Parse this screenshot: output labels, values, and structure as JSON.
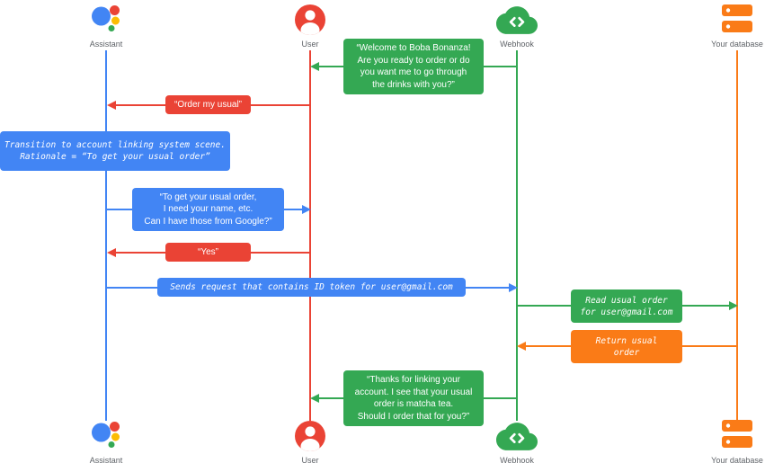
{
  "colors": {
    "blue": "#4285F4",
    "red": "#EA4335",
    "green": "#34A853",
    "orange": "#FA7B17",
    "yellow": "#FBBC04",
    "label_gray": "#5F6368"
  },
  "lanes": [
    {
      "id": "assistant",
      "label": "Assistant",
      "icon": "google-assistant-logo-icon",
      "color": "#4285F4"
    },
    {
      "id": "user",
      "label": "User",
      "icon": "person-circle-icon",
      "color": "#EA4335"
    },
    {
      "id": "webhook",
      "label": "Webhook",
      "icon": "cloud-code-icon",
      "color": "#34A853"
    },
    {
      "id": "database",
      "label": "Your database",
      "icon": "storage-icon",
      "color": "#FA7B17"
    }
  ],
  "messages": {
    "welcome": {
      "from": "webhook",
      "to": "user",
      "style": "speech",
      "lines": [
        "“Welcome to Boba Bonanza!",
        "Are you ready to order or do",
        "you want me to go through",
        "the drinks with you?”"
      ]
    },
    "order_my_usual": {
      "from": "user",
      "to": "assistant",
      "style": "speech",
      "text": "“Order my usual”"
    },
    "transition_note": {
      "lane": "assistant",
      "style": "system",
      "lines": [
        "Transition to account linking system scene.",
        "Rationale = “To get your usual order”"
      ]
    },
    "ask_for_info": {
      "from": "assistant",
      "to": "user",
      "style": "speech",
      "lines": [
        "“To get your usual order,",
        "I need your name, etc.",
        "Can I have those from Google?”"
      ]
    },
    "yes": {
      "from": "user",
      "to": "assistant",
      "style": "speech",
      "text": "“Yes”"
    },
    "sends_request": {
      "from": "assistant",
      "to": "webhook",
      "style": "system",
      "text": "Sends request that contains ID token for user@gmail.com"
    },
    "read_usual_order": {
      "from": "webhook",
      "to": "database",
      "style": "system",
      "lines": [
        "Read usual order",
        "for user@gmail.com"
      ]
    },
    "return_usual_order": {
      "from": "database",
      "to": "webhook",
      "style": "system",
      "lines": [
        "Return usual",
        "order"
      ]
    },
    "thanks": {
      "from": "webhook",
      "to": "user",
      "style": "speech",
      "lines": [
        "“Thanks for linking your",
        "account. I see that your usual",
        "order is matcha tea.",
        "Should I order that for you?”"
      ]
    }
  }
}
